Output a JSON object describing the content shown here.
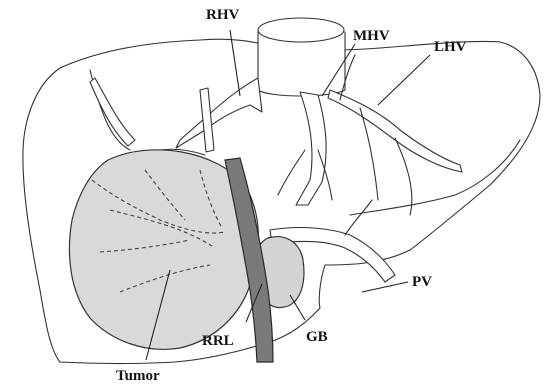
{
  "labels": {
    "rhv": "RHV",
    "mhv": "MHV",
    "lhv": "LHV",
    "pv": "PV",
    "gb": "GB",
    "rrl": "RRL",
    "tumor": "Tumor"
  },
  "colors": {
    "tumor_fill": "#d9d9d9",
    "gb_fill": "#d4d4d4",
    "rrl_fill": "#7a7a7a",
    "line": "#333333"
  }
}
